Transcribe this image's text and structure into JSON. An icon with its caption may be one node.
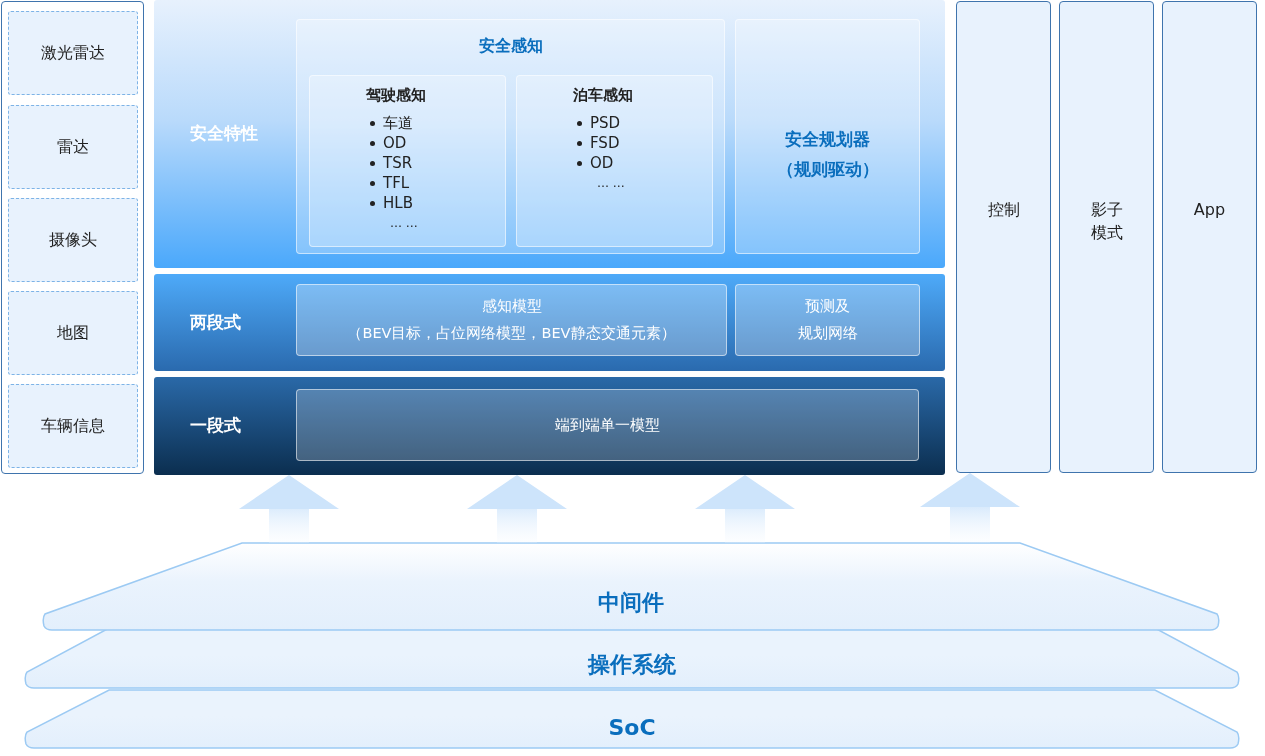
{
  "diagram": {
    "nodes": [
      {
        "text": [],
        "shape": "box"
      },
      {
        "text": [
          "激光雷达"
        ],
        "in": 0
      },
      {
        "text": [
          "雷达"
        ],
        "in": 0
      },
      {
        "text": [
          "摄像头"
        ],
        "in": 0
      },
      {
        "text": [
          "地图"
        ],
        "in": 0
      },
      {
        "text": [
          "车辆信息"
        ],
        "in": 0
      },
      {
        "text": [
          "安全特性"
        ]
      },
      {
        "text": [
          "安全感知"
        ],
        "in": 6
      },
      {
        "text": [
          "驾驶感知",
          "车道",
          "OD",
          "TSR",
          "TFL",
          "HLB",
          "… …"
        ],
        "in": 7
      },
      {
        "text": [
          "泊车感知",
          "PSD",
          "FSD",
          "OD",
          "… …"
        ],
        "in": 7
      },
      {
        "text": [
          "安全规划器",
          "（规则驱动）"
        ],
        "in": 6
      },
      {
        "text": [
          "两段式"
        ]
      },
      {
        "text": [
          "感知模型",
          "（BEV目标，占位网络模型，BEV静态交通元素）"
        ],
        "in": 11
      },
      {
        "text": [
          "预测及",
          "规划网络"
        ],
        "in": 11
      },
      {
        "text": [
          "一段式"
        ]
      },
      {
        "text": [
          "端到端单一模型"
        ],
        "in": 14
      },
      {
        "text": [
          "控制"
        ]
      },
      {
        "text": [
          "影子模式"
        ]
      },
      {
        "text": [
          "App"
        ]
      },
      {
        "text": [
          "中间件"
        ]
      },
      {
        "text": [
          "操作系统"
        ]
      },
      {
        "text": [
          "SoC"
        ]
      }
    ],
    "edges": [
      {
        "from": 19,
        "to": 14,
        "arrow": "to"
      },
      {
        "from": 19,
        "to": 14,
        "arrow": "to"
      },
      {
        "from": 19,
        "to": 14,
        "arrow": "to"
      },
      {
        "from": 19,
        "to": 16,
        "arrow": "to"
      }
    ]
  }
}
